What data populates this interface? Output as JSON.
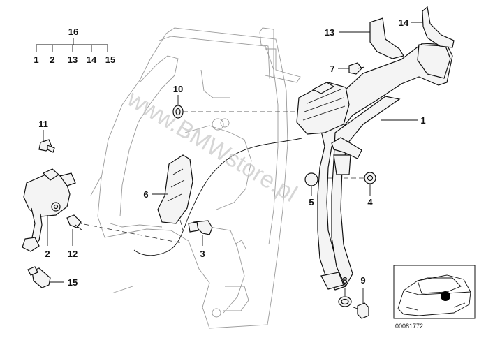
{
  "watermark": "www.BMWstore.pl",
  "doc_number": "00081772",
  "group_header": {
    "number": "16",
    "members": [
      "1",
      "2",
      "13",
      "14",
      "15"
    ]
  },
  "callouts": {
    "c1": "1",
    "c2": "2",
    "c4": "4",
    "c5": "5",
    "c6": "6",
    "c7": "7",
    "c8": "8",
    "c9": "9",
    "c10": "10",
    "c11": "11",
    "c12": "12",
    "c13": "13",
    "c14": "14",
    "c15": "15"
  }
}
